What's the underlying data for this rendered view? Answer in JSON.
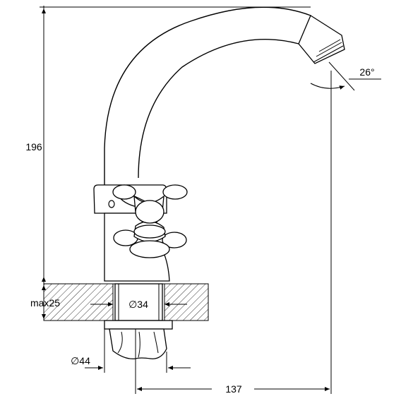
{
  "drawing": {
    "subject": "faucet-technical-drawing",
    "dimensions": {
      "height": "196",
      "mount_thickness": "max25",
      "hole_diameter": "∅34",
      "base_diameter": "∅44",
      "reach": "137",
      "spout_angle": "26°"
    }
  }
}
